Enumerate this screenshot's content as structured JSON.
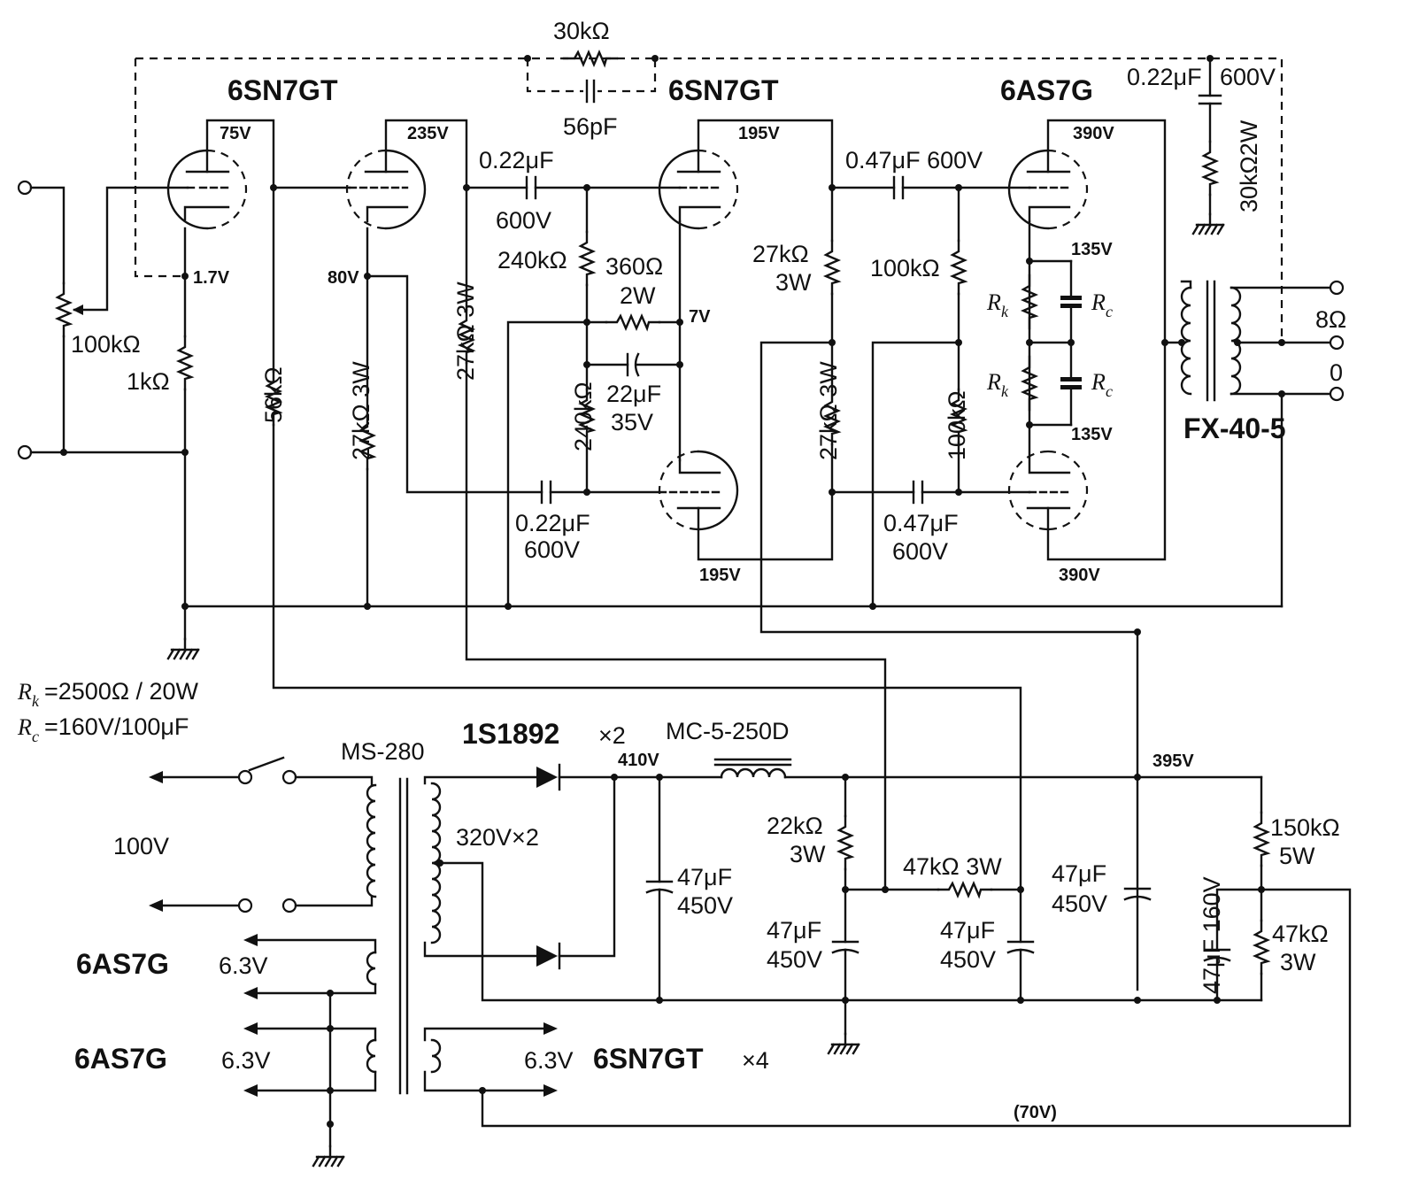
{
  "tubes": {
    "input": "6SN7GT",
    "driver": "6SN7GT",
    "output": "6AS7G"
  },
  "voltages": {
    "v1_plate": "75V",
    "v1_cathode": "1.7V",
    "v2_plate": "235V",
    "v2_cathode": "80V",
    "drv_plate_top": "195V",
    "drv_cathode": "7V",
    "drv_plate_bottom": "195V",
    "out_plate_top": "390V",
    "out_cathode_top": "135V",
    "out_cathode_bottom": "135V",
    "out_plate_bottom": "390V",
    "rect_out": "410V",
    "b_plus": "395V",
    "heater_bias": "(70V)"
  },
  "components": {
    "nfb_resistor": "30kΩ",
    "nfb_cap": "56pF",
    "zobel_cap": "0.22μF",
    "zobel_cap_rating": "600V",
    "zobel_res": "30kΩ2W",
    "volume": "100kΩ",
    "r_k1": "1kΩ",
    "r_56k": "56kΩ",
    "r_27k_a": "27kΩ 3W",
    "r_27k_b": "27kΩ 3W",
    "c_022_a": "0.22μF",
    "c_022_a_v": "600V",
    "r_240k_a": "240kΩ",
    "r_360": "360Ω",
    "r_360_w": "2W",
    "c_22u": "22μF",
    "c_22u_v": "35V",
    "r_240k_b": "240kΩ",
    "c_022_b": "0.22μF",
    "c_022_b_v": "600V",
    "c_047_a": "0.47μF 600V",
    "r_27k_c": "27kΩ",
    "r_27k_c_w": "3W",
    "r_27k_d": "27kΩ 3W",
    "r_100k_a": "100kΩ",
    "r_100k_b": "100kΩ",
    "c_047_b": "0.47μF",
    "c_047_b_v": "600V",
    "rk_label": "R",
    "rk_sub": "k",
    "rc_label": "R",
    "rc_sub": "c",
    "out_tx": "FX-40-5",
    "tap_8": "8Ω",
    "tap_0": "0",
    "note_rk": "=2500Ω / 20W",
    "note_rc": "=160V/100μF",
    "power_tx": "MS-280",
    "secondary": "320V×2",
    "diode": "1S1892",
    "diode_qty": "×2",
    "choke": "MC-5-250D",
    "mains": "100V",
    "heater1_tube": "6AS7G",
    "heater1_v": "6.3V",
    "heater2_tube": "6AS7G",
    "heater2_v": "6.3V",
    "heater3_v": "6.3V",
    "heater3_tube": "6SN7GT",
    "heater3_qty": "×4",
    "c_47_a": "47μF",
    "c_47_a_v": "450V",
    "r_22k": "22kΩ",
    "r_22k_w": "3W",
    "c_47_b": "47μF",
    "c_47_b_v": "450V",
    "r_47k_3w": "47kΩ 3W",
    "c_47_c": "47μF",
    "c_47_c_v": "450V",
    "c_47_d": "47μF",
    "c_47_d_v": "450V",
    "r_150k": "150kΩ",
    "r_150k_w": "5W",
    "c_47_e": "47μF 160V",
    "r_47k": "47kΩ",
    "r_47k_w": "3W"
  }
}
